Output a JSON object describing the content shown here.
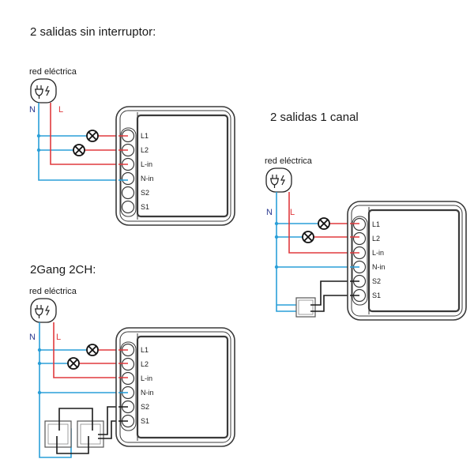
{
  "colors": {
    "neutral": "#2a9fd8",
    "live": "#e03a3e",
    "switch_wire": "#1a1a1a",
    "outline": "#3a3a3a",
    "neutral_label": "#2b3990",
    "live_label": "#e03a3e"
  },
  "diagrams": [
    {
      "id": "no-switch",
      "title": "2 salidas sin interruptor:",
      "mains_label": "red eléctrica",
      "n_label": "N",
      "l_label": "L",
      "terminals": [
        "L1",
        "L2",
        "L-in",
        "N-in",
        "S2",
        "S1"
      ],
      "switch_type": "none"
    },
    {
      "id": "one-channel",
      "title": "2 salidas 1 canal",
      "mains_label": "red eléctrica",
      "n_label": "N",
      "l_label": "L",
      "terminals": [
        "L1",
        "L2",
        "L-in",
        "N-in",
        "S2",
        "S1"
      ],
      "switch_type": "single-2gang"
    },
    {
      "id": "two-gang",
      "title": "2Gang 2CH:",
      "mains_label": "red eléctrica",
      "n_label": "N",
      "l_label": "L",
      "terminals": [
        "L1",
        "L2",
        "L-in",
        "N-in",
        "S2",
        "S1"
      ],
      "switch_type": "double"
    }
  ]
}
